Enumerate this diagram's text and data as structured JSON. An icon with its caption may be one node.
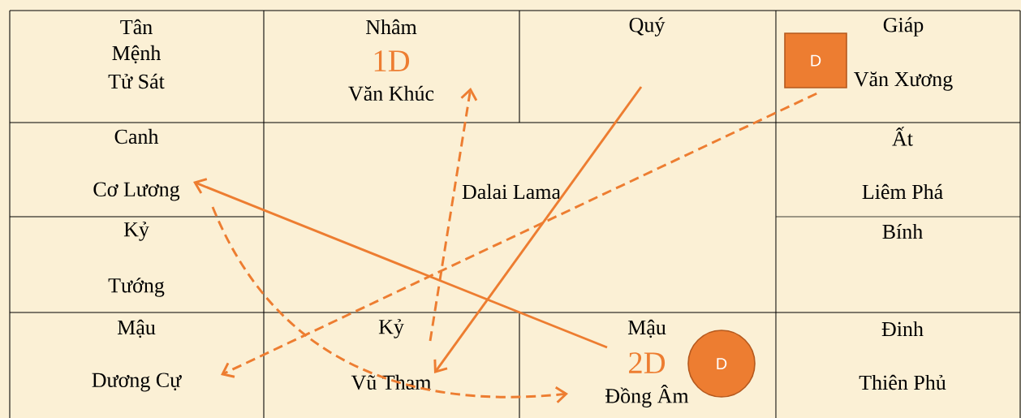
{
  "diagram": {
    "nodes": [
      {
        "text": [
          "Tân",
          "Mệnh",
          "Tử Sát"
        ]
      },
      {
        "text": [
          "Nhâm",
          "1D",
          "Văn Khúc"
        ]
      },
      {
        "text": [
          "Quý"
        ]
      },
      {
        "text": [
          "Giáp",
          "Văn Xương"
        ]
      },
      {
        "text": [
          "D"
        ]
      },
      {
        "text": [
          "Canh",
          "Cơ Lương"
        ]
      },
      {
        "text": [
          "Dalai Lama"
        ]
      },
      {
        "text": [
          "Ất",
          "Liêm Phá"
        ]
      },
      {
        "text": [
          "Kỷ",
          "Tướng"
        ]
      },
      {
        "text": [
          "Bính"
        ]
      },
      {
        "text": [
          "Mậu",
          "Dương Cự"
        ]
      },
      {
        "text": [
          "Kỷ",
          "Vũ Tham"
        ]
      },
      {
        "text": [
          "Mậu",
          "2D",
          "Đồng Âm"
        ]
      },
      {
        "text": [
          "D"
        ]
      },
      {
        "text": [
          "Đinh",
          "Thiên Phủ"
        ]
      }
    ],
    "edges": [
      {
        "from": 12,
        "to": 5,
        "arrow": "to"
      },
      {
        "from": 2,
        "to": 11,
        "arrow": "to"
      },
      {
        "from": 11,
        "to": 1,
        "arrow": "to",
        "style": "dashed"
      },
      {
        "from": 4,
        "to": 10,
        "arrow": "to",
        "style": "dashed"
      },
      {
        "from": 5,
        "to": 12,
        "arrow": "to",
        "style": "dashed"
      }
    ]
  }
}
